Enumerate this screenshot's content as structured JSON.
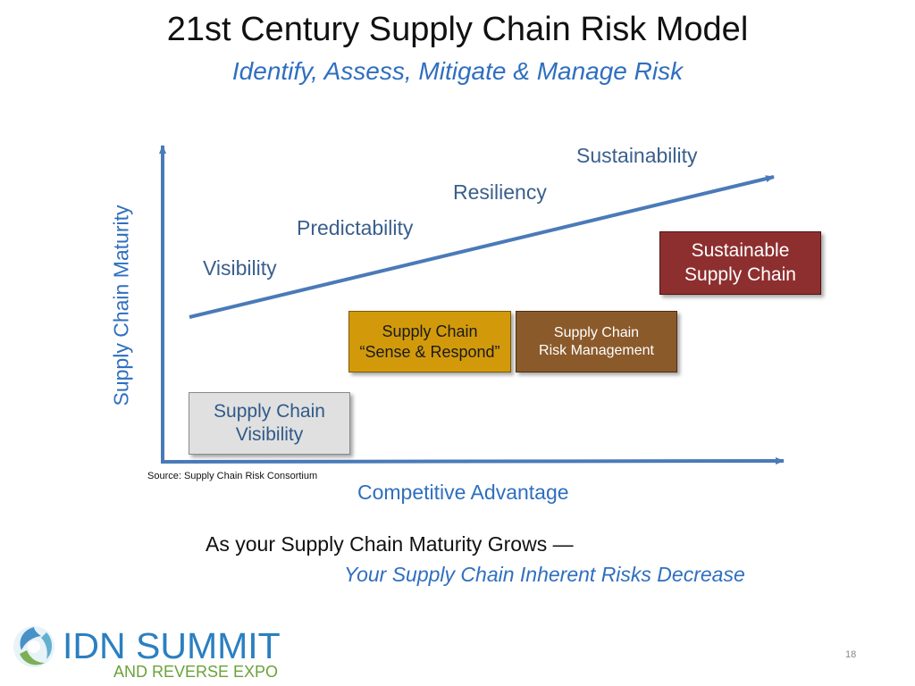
{
  "header": {
    "title": "21st Century Supply Chain Risk Model",
    "subtitle": "Identify, Assess, Mitigate & Manage Risk"
  },
  "diagram": {
    "y_axis_label": "Supply Chain Maturity",
    "x_axis_label": "Competitive Advantage",
    "source": "Source: Supply Chain Risk Consortium",
    "levels": [
      "Visibility",
      "Predictability",
      "Resiliency",
      "Sustainability"
    ],
    "boxes": {
      "visibility": [
        "Supply Chain",
        "Visibility"
      ],
      "sense_respond": [
        "Supply Chain",
        "“Sense & Respond”"
      ],
      "risk_management": [
        "Supply Chain",
        "Risk Management"
      ],
      "sustainable": [
        "Sustainable",
        "Supply Chain"
      ]
    }
  },
  "tagline": {
    "line1": "As your Supply Chain Maturity Grows —",
    "line2": "Your Supply Chain Inherent Risks Decrease"
  },
  "footer": {
    "page_number": "18",
    "logo_main": "IDN SUMMIT",
    "logo_sub": "AND REVERSE EXPO"
  },
  "colors": {
    "axis": "#4a7ab8",
    "accent_blue": "#2f6fbf",
    "box_visibility": "#e0e0e0",
    "box_sense_respond": "#d29a0b",
    "box_risk_management": "#8b5a2b",
    "box_sustainable": "#8e2f2f"
  }
}
